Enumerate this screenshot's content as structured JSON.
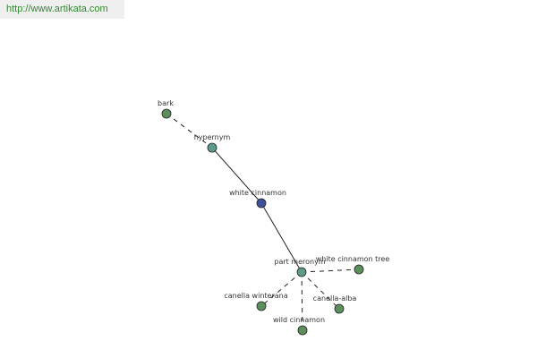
{
  "watermark": "http://www.artikata.com",
  "colors": {
    "node": "#5c8f5c",
    "relation": "#5c9a8a",
    "center": "#3f4f9a",
    "edge": "#222222"
  },
  "nodes": [
    {
      "id": "bark",
      "label": "bark",
      "kind": "term"
    },
    {
      "id": "hypernym",
      "label": "hypernym",
      "kind": "relation"
    },
    {
      "id": "white-cinnamon",
      "label": "white cinnamon",
      "kind": "center"
    },
    {
      "id": "part-meronym",
      "label": "part meronym",
      "kind": "relation"
    },
    {
      "id": "white-cinnamon-tree",
      "label": "white cinnamon tree",
      "kind": "term"
    },
    {
      "id": "canella-winterana",
      "label": "canella winterana",
      "kind": "term"
    },
    {
      "id": "canella-alba",
      "label": "canella-alba",
      "kind": "term"
    },
    {
      "id": "wild-cinnamon",
      "label": "wild cinnamon",
      "kind": "term"
    }
  ],
  "edges": [
    {
      "from": "bark",
      "to": "hypernym",
      "style": "dashed"
    },
    {
      "from": "hypernym",
      "to": "white-cinnamon",
      "style": "solid"
    },
    {
      "from": "white-cinnamon",
      "to": "part-meronym",
      "style": "solid"
    },
    {
      "from": "part-meronym",
      "to": "white-cinnamon-tree",
      "style": "dashed"
    },
    {
      "from": "part-meronym",
      "to": "canella-winterana",
      "style": "dashed"
    },
    {
      "from": "part-meronym",
      "to": "canella-alba",
      "style": "dashed"
    },
    {
      "from": "part-meronym",
      "to": "wild-cinnamon",
      "style": "dashed"
    }
  ]
}
